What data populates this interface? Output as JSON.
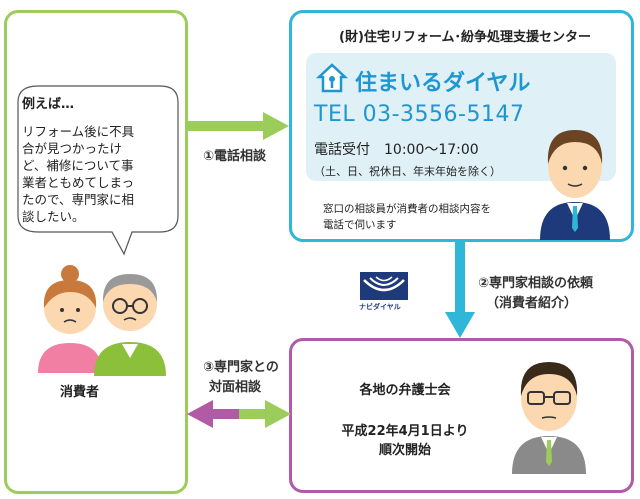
{
  "consumer": {
    "example_heading": "例えば…",
    "example_lines": [
      "リフォーム後に不具",
      "合が見つかったけ",
      "ど、補修について事",
      "業者ともめてしまっ",
      "たので、専門家に相",
      "談したい。"
    ],
    "label": "消費者"
  },
  "center": {
    "title": "(財)住宅リフォーム･紛争処理支援センター",
    "brand": "住まいるダイヤル",
    "tel": "TEL 03-3556-5147",
    "hours": "電話受付　10:00～17:00",
    "closed": "（土、日、祝休日、年末年始を除く）",
    "note_lines": [
      "窓口の相談員が消費者の相談内容を",
      "電話で伺います"
    ]
  },
  "arrows": {
    "phone": "①電話相談",
    "request_line1": "②専門家相談の依頼",
    "request_line2": "（消費者紹介）",
    "meeting_line1": "③専門家との",
    "meeting_line2": "対面相談"
  },
  "logo": {
    "text": "ナビダイヤル"
  },
  "lawyer": {
    "title": "各地の弁護士会",
    "start_line1": "平成22年4月1日より",
    "start_line2": "順次開始"
  },
  "colors": {
    "green": "#9ccc5a",
    "cyan": "#2fb6d8",
    "purple": "#b15aa6",
    "navy": "#1e3a7a"
  }
}
